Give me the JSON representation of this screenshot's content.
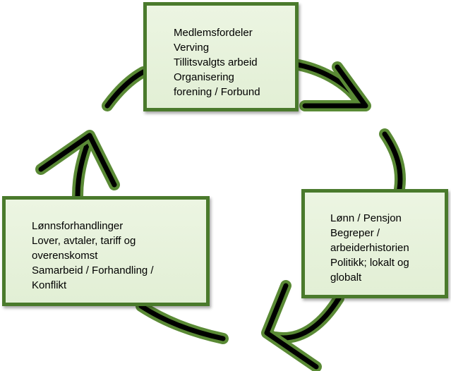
{
  "diagram": {
    "boxes": {
      "top": {
        "lines": [
          "Medlemsfordeler",
          "Verving",
          "Tillitsvalgts arbeid",
          "Organisering",
          "forening / Forbund"
        ]
      },
      "right": {
        "lines": [
          "Lønn / Pensjon",
          "Begreper /",
          "arbeiderhistorien",
          "Politikk; lokalt og",
          "globalt"
        ]
      },
      "left": {
        "lines": [
          "Lønnsforhandlinger",
          "Lover, avtaler, tariff og",
          "overenskomst",
          "Samarbeid / Forhandling /",
          "Konflikt"
        ]
      }
    },
    "colors": {
      "box_border": "#4a7a2c",
      "box_fill": "#e6f1da",
      "arrow_outline": "#5a8a35",
      "arrow_core": "#000000"
    }
  }
}
